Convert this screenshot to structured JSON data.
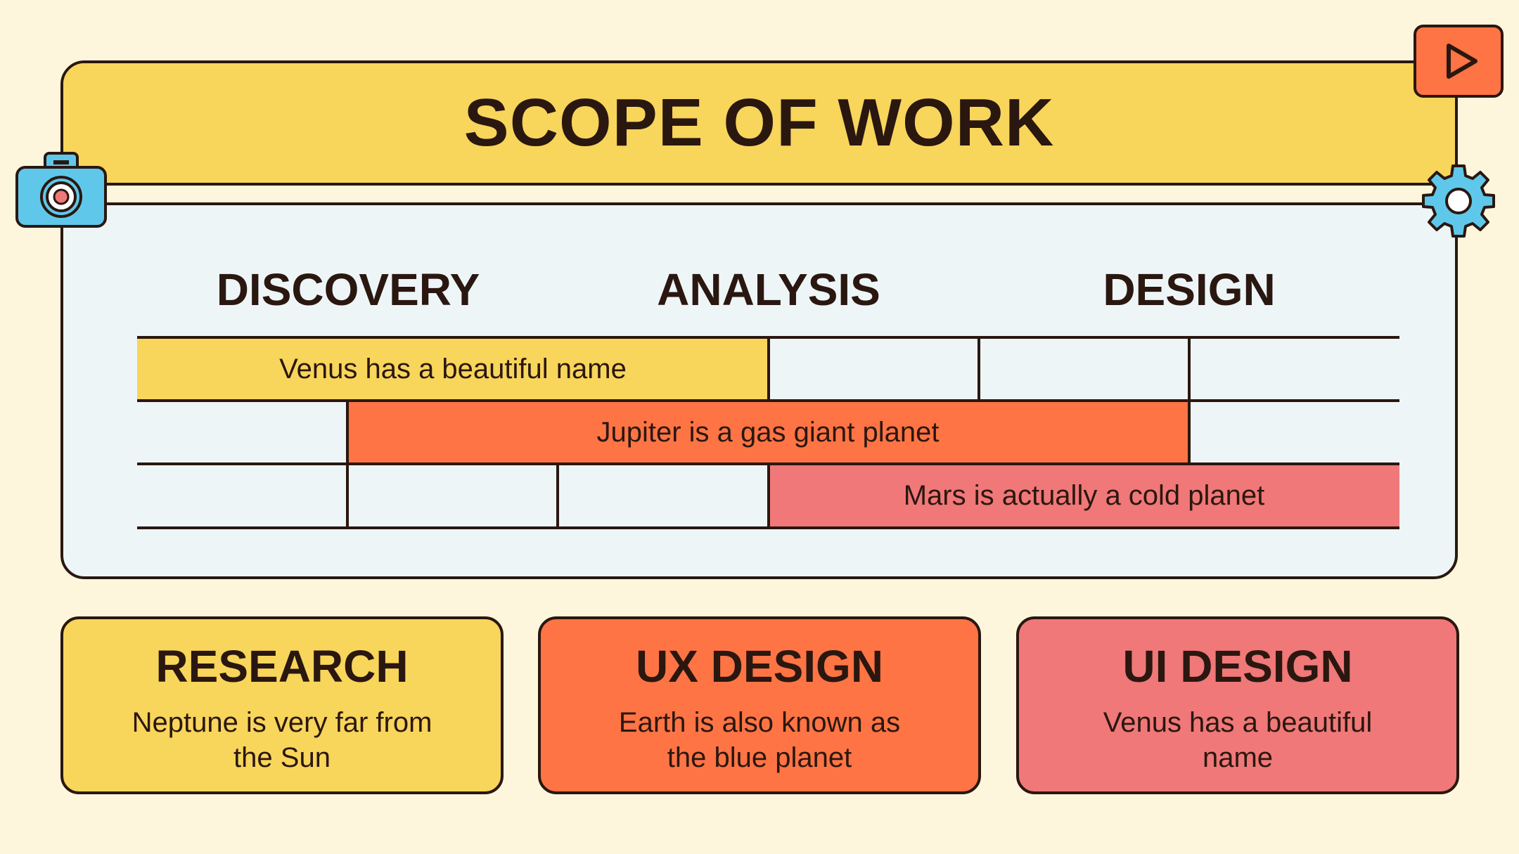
{
  "title": "SCOPE OF WORK",
  "phases": [
    "DISCOVERY",
    "ANALYSIS",
    "DESIGN"
  ],
  "timeline_bars": [
    {
      "label": "Venus has a beautiful name",
      "color": "#F8D55B"
    },
    {
      "label": "Jupiter is a gas giant planet",
      "color": "#FF7444"
    },
    {
      "label": "Mars is actually a cold planet",
      "color": "#F07878"
    }
  ],
  "cards": [
    {
      "title": "RESEARCH",
      "text": "Neptune is very far from the Sun",
      "color": "#F8D55B"
    },
    {
      "title": "UX DESIGN",
      "text": "Earth is also known as the blue planet",
      "color": "#FF7444"
    },
    {
      "title": "UI DESIGN",
      "text": "Venus has a beautiful name",
      "color": "#F07878"
    }
  ],
  "icons": [
    "play-icon",
    "camera-icon",
    "gear-icon"
  ],
  "colors": {
    "background": "#FDF6DC",
    "panel": "#EDF5F7",
    "outline": "#2A1710",
    "camera": "#5FC8EA"
  }
}
